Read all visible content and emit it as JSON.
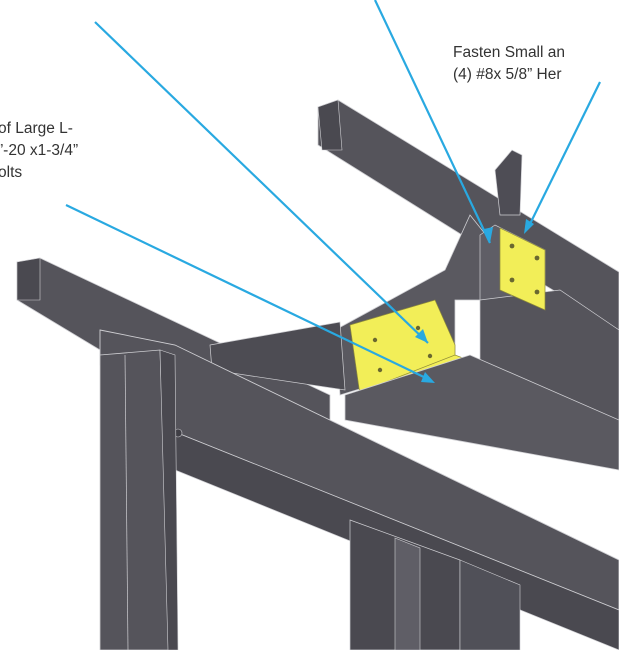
{
  "colors": {
    "background": "#ffffff",
    "metal_dark": "#4a4950",
    "metal_mid": "#55545b",
    "metal_light": "#66656d",
    "edge_line": "#cfcfd3",
    "bracket_yellow": "#f2ee58",
    "leader_blue": "#29a9e1",
    "label_text": "#333333"
  },
  "callouts": {
    "right": {
      "line1": "Fasten Small an",
      "line2": "(4) #8x 5/8” Her"
    },
    "left": {
      "line1": "of Large L-",
      "line2": "”-20 x1-3/4”",
      "line3": "olts"
    }
  }
}
